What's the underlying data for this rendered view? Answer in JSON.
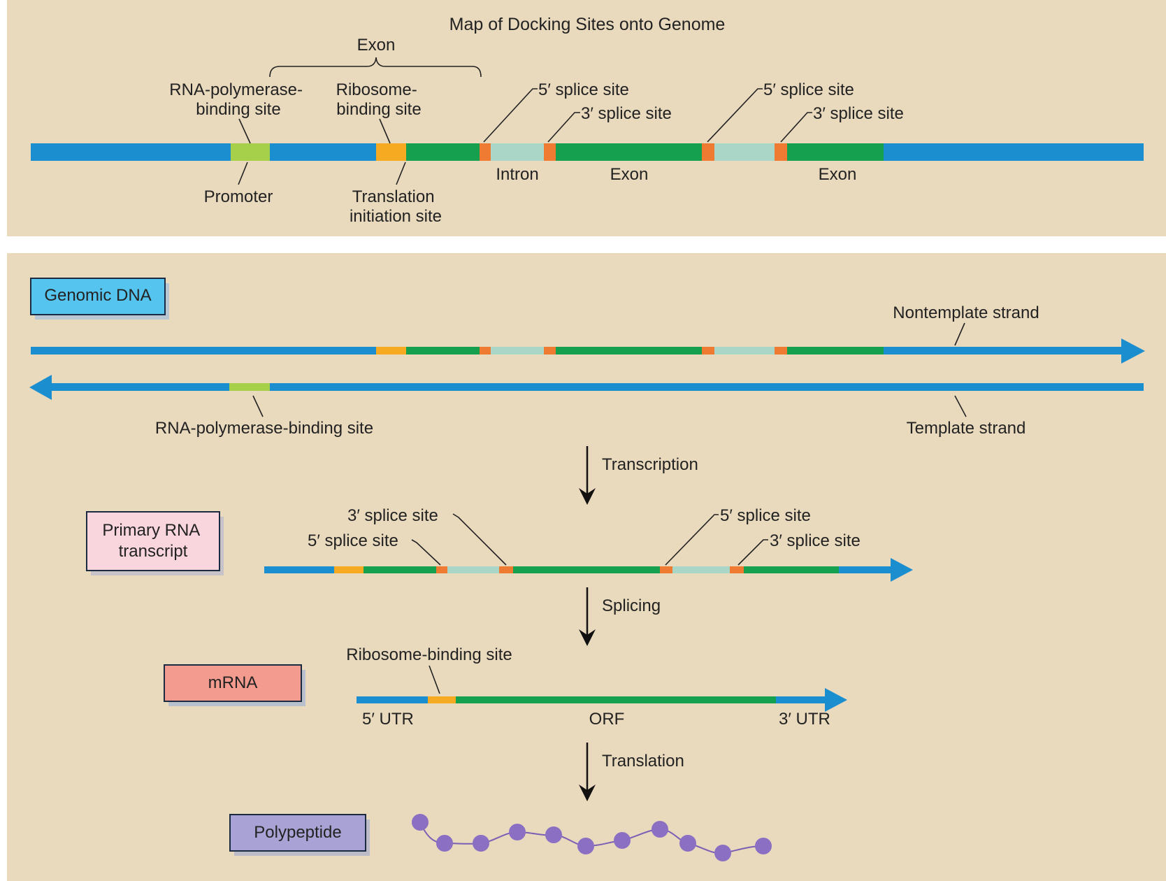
{
  "colors": {
    "panel_bg": "#e9d9bd",
    "dna_blue": "#1b8ed0",
    "promoter_green": "#a6cf4a",
    "ribosome_orange": "#f5aa22",
    "exon_green": "#14a04e",
    "splice_orange": "#ef7a31",
    "intron_teal": "#a9d6c7",
    "genomic_box": "#55c5ef",
    "primary_box": "#f9d6de",
    "mrna_box": "#f29b8e",
    "polypeptide_box": "#a9a3d5",
    "amino_acid": "#8a6fc2"
  },
  "map": {
    "title": "Map of Docking Sites onto Genome",
    "exon_bracket": "Exon",
    "rna_pol_site": [
      "RNA-polymerase-",
      "binding site"
    ],
    "ribosome_site": [
      "Ribosome-",
      "binding site"
    ],
    "splice5_a": "5′ splice site",
    "splice3_a": "3′ splice site",
    "splice5_b": "5′ splice site",
    "splice3_b": "3′ splice site",
    "intron": "Intron",
    "exon_mid": "Exon",
    "exon_right": "Exon",
    "promoter": "Promoter",
    "translation_init": [
      "Translation",
      "initiation site"
    ]
  },
  "flow": {
    "genomic_dna": "Genomic DNA",
    "nontemplate": "Nontemplate strand",
    "template": "Template strand",
    "rna_pol_site": "RNA-polymerase-binding site",
    "transcription": "Transcription",
    "primary_rna": [
      "Primary RNA",
      "transcript"
    ],
    "pr_3splice_a": "3′ splice site",
    "pr_5splice_a": "5′ splice site",
    "pr_5splice_b": "5′ splice site",
    "pr_3splice_b": "3′ splice site",
    "splicing": "Splicing",
    "mrna": "mRNA",
    "mrna_ribosome_site": "Ribosome-binding site",
    "utr5": "5′ UTR",
    "orf": "ORF",
    "utr3": "3′ UTR",
    "translation": "Translation",
    "polypeptide": "Polypeptide"
  }
}
